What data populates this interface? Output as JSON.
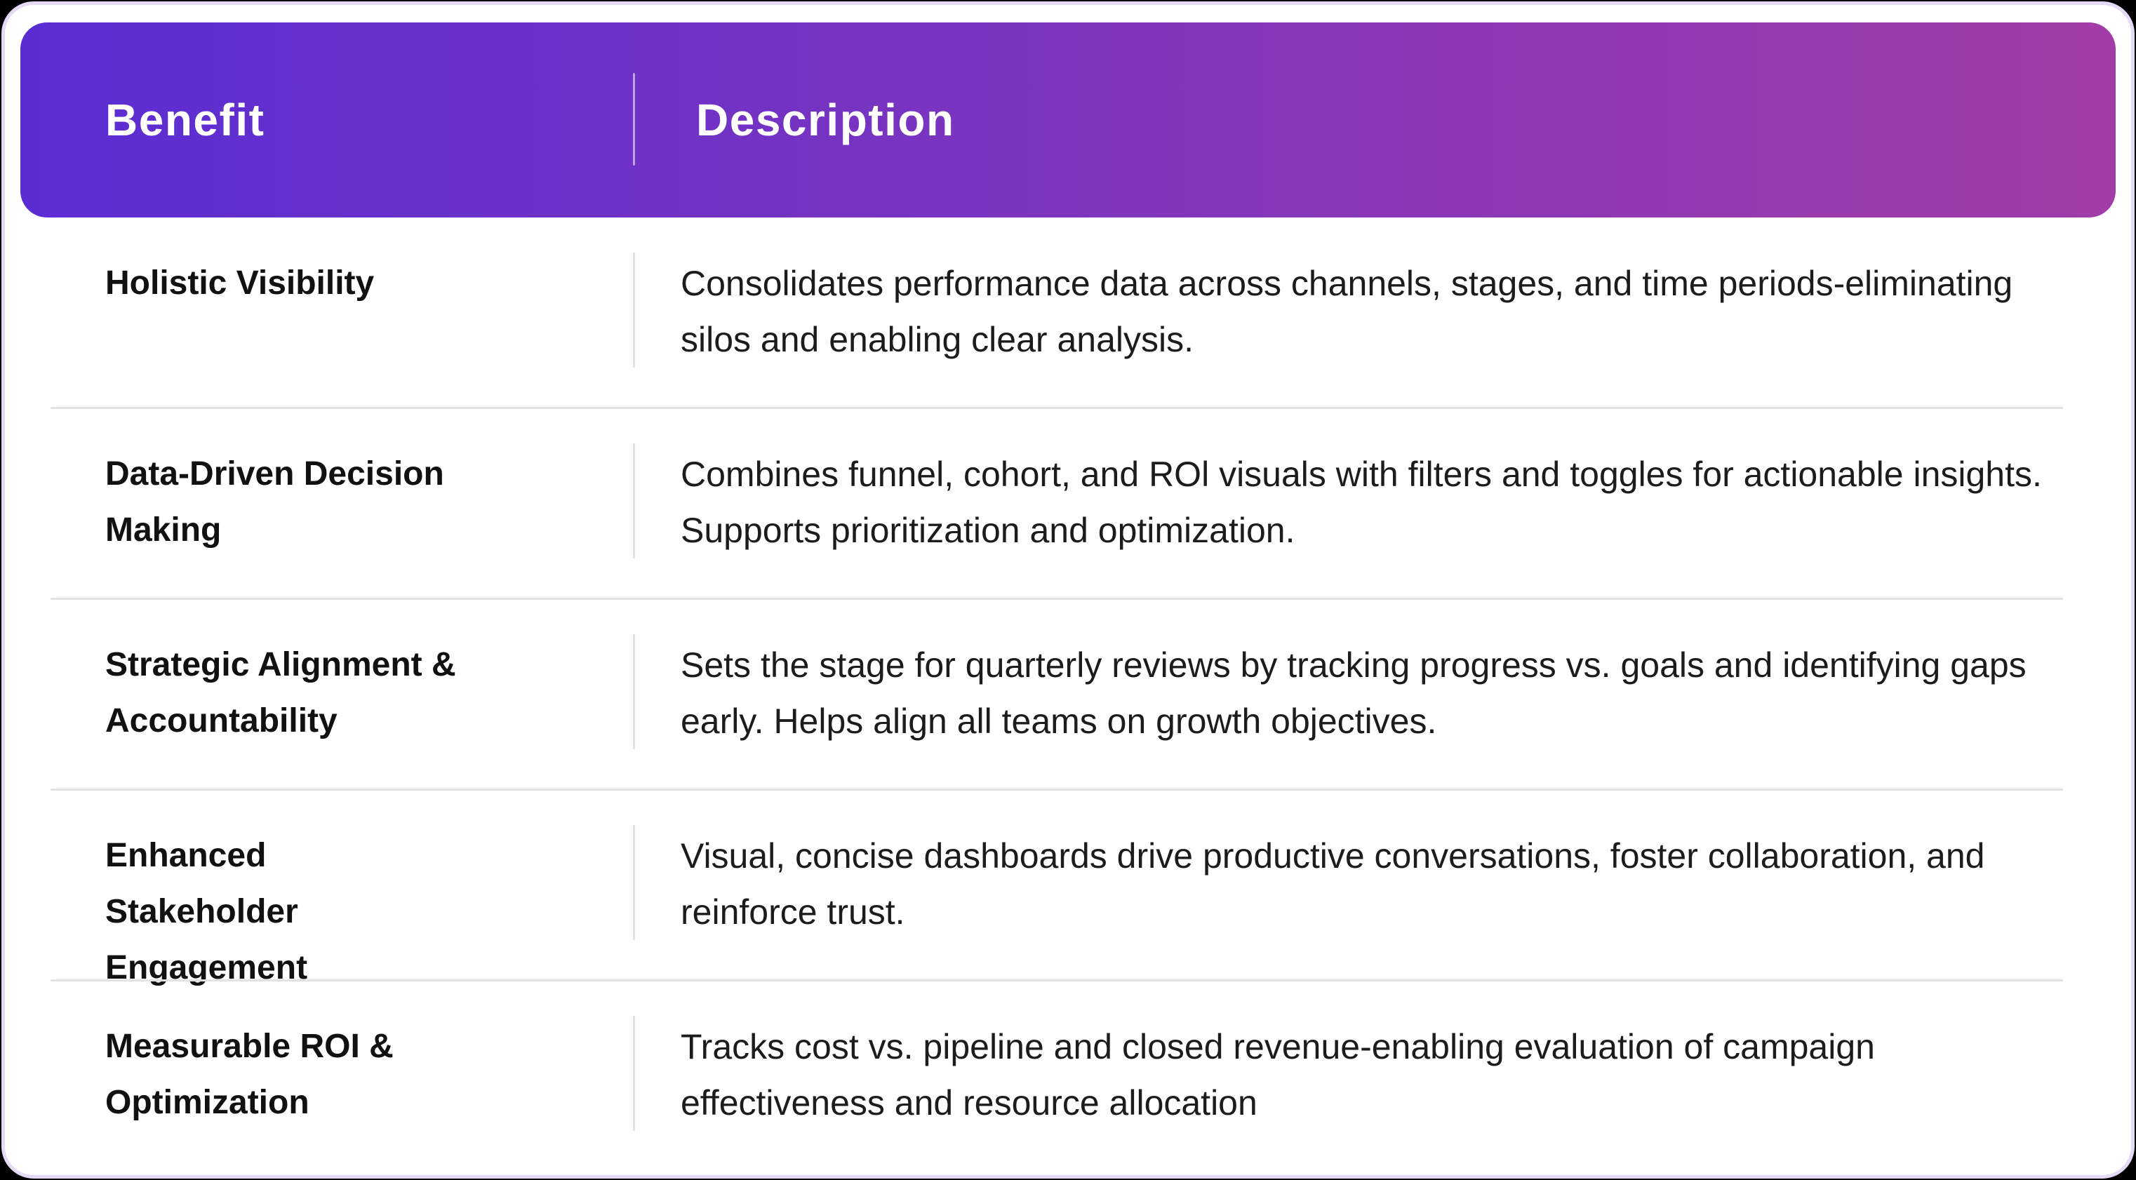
{
  "table": {
    "columns": [
      {
        "label": "Benefit"
      },
      {
        "label": "Description"
      }
    ],
    "rows": [
      {
        "benefit": "Holistic Visibility",
        "description": "Consolidates performance data across channels, stages, and time periods-eliminating silos and enabling clear analysis."
      },
      {
        "benefit": "Data-Driven Decision Making",
        "description": "Combines funnel, cohort, and ROl visuals with filters and toggles for actionable insights. Supports prioritization and optimization."
      },
      {
        "benefit": "Strategic Alignment & Accountability",
        "description": "Sets the stage for quarterly reviews by tracking progress vs. goals and identifying gaps early. Helps align all teams on growth objectives."
      },
      {
        "benefit": "Enhanced Stakeholder Engagement",
        "description": "Visual, concise dashboards drive productive conversations, foster collaboration, and reinforce trust."
      },
      {
        "benefit": "Measurable ROI & Optimization",
        "description": "Tracks cost vs. pipeline and closed revenue-enabling evaluation of campaign effectiveness and resource allocation"
      }
    ],
    "colors": {
      "page_background": "#000000",
      "card_background": "#ffffff",
      "card_border": "#e5daf5",
      "header_gradient_start": "#5a2dd3",
      "header_gradient_end": "#a23ca8",
      "header_text": "#ffffff",
      "row_title": "#111111",
      "row_description": "#1c1c1c",
      "divider": "#e2e2e2"
    }
  }
}
